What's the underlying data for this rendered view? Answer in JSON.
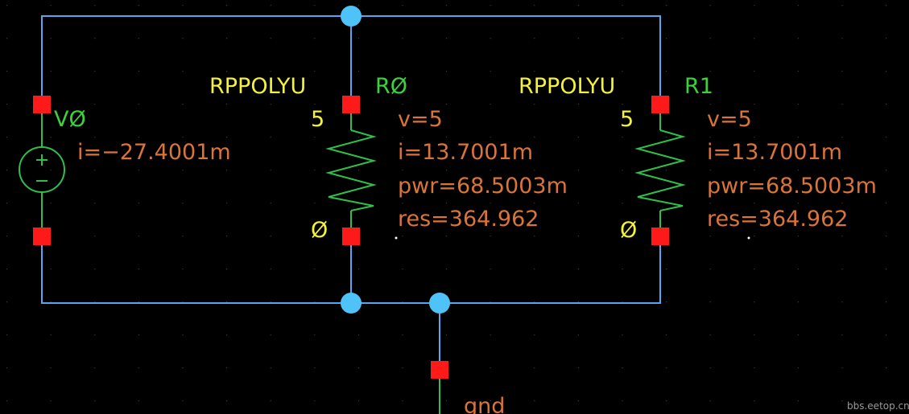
{
  "colors": {
    "background": "#000000",
    "wire": "#5aa6ee",
    "symbol": "#2fbf4a",
    "pin": "#ff1a1a",
    "junction": "#4fc3f7",
    "cell_name": "#f2f23a",
    "instance_name": "#3bd23b",
    "annotation": "#d9743a"
  },
  "source": {
    "name": "VØ",
    "current": "i=−27.4001m",
    "icon": "dc-voltage-source-icon"
  },
  "resistors": [
    {
      "cell": "RPPOLYU",
      "name": "RØ",
      "pin_top": "5",
      "pin_bottom": "Ø",
      "voltage": "v=5",
      "current": "i=13.7001m",
      "power": "pwr=68.5003m",
      "resistance": "res=364.962"
    },
    {
      "cell": "RPPOLYU",
      "name": "R1",
      "pin_top": "5",
      "pin_bottom": "Ø",
      "voltage": "v=5",
      "current": "i=13.7001m",
      "power": "pwr=68.5003m",
      "resistance": "res=364.962"
    }
  ],
  "ground": {
    "label": "gnd"
  },
  "watermark": "bbs.eetop.cn"
}
